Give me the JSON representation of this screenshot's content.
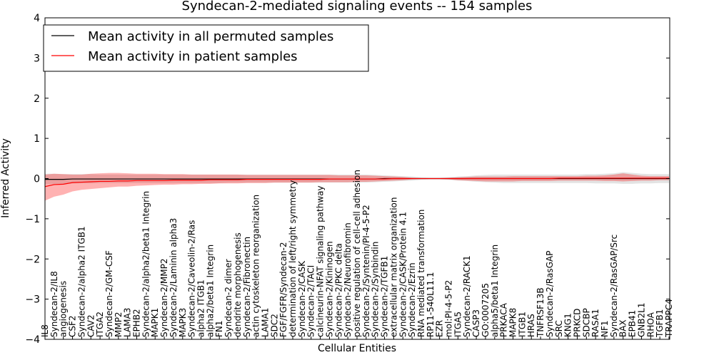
{
  "chart_data": {
    "type": "line",
    "title": "Syndecan-2-mediated signaling events -- 154 samples",
    "xlabel": "Cellular Entities",
    "ylabel": "Inferred Activity",
    "ylim": [
      -4,
      4
    ],
    "yticks": [
      "4",
      "3",
      "2",
      "1",
      "0",
      "−1",
      "−2",
      "−3",
      "−4"
    ],
    "legend_position": "top-left",
    "categories": [
      "IL8",
      "Syndecan-2/IL8",
      "angiogenesis",
      "CSF2",
      "Syndecan-2/alpha2 ITGB1",
      "CAV2",
      "ITGA2",
      "Syndecan-2/GM-CSF",
      "MMP2",
      "LAMA3",
      "EPHB2",
      "Syndecan-2/alpha2/beta1 Integrin",
      "MAPK1",
      "Syndecan-2/MMP2",
      "Syndecan-2/Laminin alpha3",
      "MAPK3",
      "Syndecan-2/Caveolin-2/Ras",
      "alpha2 ITGB1",
      "alpha2/beta1 Integrin",
      "FN1",
      "Syndecan-2 dimer",
      "dendrite morphogenesis",
      "Syndecan-2/Fibronectin",
      "actin cytoskeleton reorganization",
      "LAMA1",
      "SDC2",
      "FGF/FGFR/Syndecan-2",
      "determination of left/right symmetry",
      "Syndecan-2/CASK",
      "Syndecan-2/TACI",
      "calcineurin-NFAT signaling pathway",
      "Syndecan-2/Kininogen",
      "Syndecan-2/PKC delta",
      "Syndecan-2/Neurofibromin",
      "positive regulation of cell-cell adhesion",
      "Syndecan-2/Syntenin/PI-4-5-P2",
      "Syndecan-2/Synbindin",
      "Syndecan-2/TGFB1",
      "extracellular matrix organization",
      "Syndecan-2/CASK/Protein 4.1",
      "Syndecan-2/Ezrin",
      "RNA mediated transformation",
      "RP11-540L11.1",
      "EZR",
      "mol:PI-4-5-P2",
      "ITGA5",
      "Syndecan-2/RACK1",
      "CASP3",
      "GO:0007205",
      "alpha5/beta1 Integrin",
      "PRKACA",
      "MAPK8",
      "ITGB1",
      "HRAS",
      "TNFRSF13B",
      "Syndecan-2/RasGAP",
      "SRC",
      "KNG1",
      "PRKCD",
      "SDCBP",
      "RASA1",
      "NF1",
      "Syndecan-2/RasGAP/Src",
      "BAX",
      "EPB41",
      "GNB2L1",
      "RHOA",
      "TGFB1",
      "TRAPPC4"
    ],
    "series": [
      {
        "name": "Mean activity in all permuted samples",
        "color": "#000000",
        "values": [
          -0.02,
          -0.02,
          -0.02,
          -0.01,
          -0.01,
          -0.01,
          -0.01,
          -0.01,
          -0.01,
          -0.01,
          -0.01,
          -0.01,
          -0.01,
          -0.01,
          -0.01,
          -0.01,
          -0.01,
          -0.01,
          -0.01,
          -0.01,
          -0.01,
          -0.01,
          -0.01,
          -0.01,
          -0.01,
          -0.01,
          -0.01,
          -0.01,
          -0.01,
          -0.01,
          -0.01,
          -0.01,
          -0.01,
          -0.01,
          -0.01,
          -0.01,
          -0.01,
          0.0,
          0.0,
          0.0,
          0.0,
          0.0,
          0.0,
          0.0,
          0.0,
          0.0,
          0.0,
          0.0,
          0.0,
          0.0,
          0.0,
          0.0,
          0.0,
          0.0,
          0.0,
          0.0,
          0.0,
          0.0,
          0.0,
          0.0,
          0.0,
          0.0,
          0.0,
          0.0,
          0.0,
          0.0,
          0.0,
          0.0,
          0.0
        ],
        "band_low": [
          -0.14,
          -0.14,
          -0.13,
          -0.12,
          -0.12,
          -0.12,
          -0.11,
          -0.11,
          -0.11,
          -0.11,
          -0.11,
          -0.11,
          -0.11,
          -0.11,
          -0.11,
          -0.11,
          -0.11,
          -0.11,
          -0.11,
          -0.11,
          -0.1,
          -0.1,
          -0.1,
          -0.1,
          -0.1,
          -0.1,
          -0.1,
          -0.1,
          -0.1,
          -0.1,
          -0.1,
          -0.1,
          -0.1,
          -0.1,
          -0.1,
          -0.1,
          -0.09,
          -0.08,
          -0.07,
          -0.06,
          -0.05,
          -0.03,
          -0.02,
          -0.02,
          -0.03,
          -0.05,
          -0.06,
          -0.08,
          -0.09,
          -0.1,
          -0.11,
          -0.11,
          -0.11,
          -0.11,
          -0.11,
          -0.11,
          -0.11,
          -0.11,
          -0.11,
          -0.11,
          -0.12,
          -0.12,
          -0.12,
          -0.13,
          -0.13,
          -0.12,
          -0.12,
          -0.11,
          -0.11
        ],
        "band_high": [
          0.12,
          0.12,
          0.11,
          0.11,
          0.11,
          0.11,
          0.1,
          0.1,
          0.1,
          0.1,
          0.1,
          0.1,
          0.1,
          0.1,
          0.1,
          0.1,
          0.1,
          0.1,
          0.1,
          0.1,
          0.1,
          0.1,
          0.1,
          0.1,
          0.1,
          0.1,
          0.1,
          0.1,
          0.1,
          0.1,
          0.1,
          0.1,
          0.1,
          0.1,
          0.1,
          0.1,
          0.09,
          0.08,
          0.07,
          0.06,
          0.05,
          0.03,
          0.02,
          0.02,
          0.03,
          0.05,
          0.06,
          0.08,
          0.09,
          0.1,
          0.1,
          0.1,
          0.1,
          0.1,
          0.1,
          0.1,
          0.1,
          0.1,
          0.1,
          0.11,
          0.11,
          0.12,
          0.13,
          0.16,
          0.14,
          0.12,
          0.11,
          0.11,
          0.11
        ]
      },
      {
        "name": "Mean activity in patient samples",
        "color": "#ff0000",
        "values": [
          -0.2,
          -0.15,
          -0.14,
          -0.1,
          -0.09,
          -0.08,
          -0.07,
          -0.07,
          -0.06,
          -0.06,
          -0.05,
          -0.05,
          -0.05,
          -0.05,
          -0.04,
          -0.04,
          -0.04,
          -0.04,
          -0.03,
          -0.03,
          -0.03,
          -0.03,
          -0.02,
          -0.02,
          -0.02,
          -0.02,
          -0.02,
          -0.02,
          -0.02,
          -0.02,
          -0.02,
          -0.01,
          -0.01,
          -0.01,
          -0.01,
          -0.01,
          -0.01,
          -0.01,
          0.0,
          0.0,
          0.0,
          0.0,
          0.0,
          0.0,
          0.0,
          0.0,
          0.0,
          0.0,
          0.0,
          0.0,
          0.0,
          0.0,
          0.0,
          0.0,
          0.0,
          0.0,
          0.01,
          0.01,
          0.01,
          0.01,
          0.01,
          0.01,
          0.01,
          0.01,
          0.01,
          0.01,
          0.01,
          0.01,
          0.01
        ],
        "band_low": [
          -0.55,
          -0.45,
          -0.4,
          -0.32,
          -0.28,
          -0.26,
          -0.24,
          -0.22,
          -0.2,
          -0.2,
          -0.18,
          -0.17,
          -0.16,
          -0.15,
          -0.15,
          -0.14,
          -0.14,
          -0.13,
          -0.13,
          -0.12,
          -0.12,
          -0.12,
          -0.11,
          -0.11,
          -0.11,
          -0.1,
          -0.1,
          -0.1,
          -0.1,
          -0.1,
          -0.09,
          -0.09,
          -0.09,
          -0.09,
          -0.08,
          -0.08,
          -0.07,
          -0.06,
          -0.05,
          -0.04,
          -0.02,
          -0.01,
          -0.01,
          -0.01,
          -0.02,
          -0.04,
          -0.05,
          -0.06,
          -0.07,
          -0.07,
          -0.07,
          -0.07,
          -0.06,
          -0.06,
          -0.06,
          -0.06,
          -0.05,
          -0.05,
          -0.05,
          -0.05,
          -0.05,
          -0.06,
          -0.06,
          -0.07,
          -0.06,
          -0.05,
          -0.05,
          -0.04,
          -0.04
        ],
        "band_high": [
          0.1,
          0.12,
          0.11,
          0.1,
          0.1,
          0.12,
          0.13,
          0.14,
          0.14,
          0.13,
          0.12,
          0.12,
          0.12,
          0.11,
          0.11,
          0.11,
          0.1,
          0.1,
          0.1,
          0.1,
          0.1,
          0.1,
          0.09,
          0.09,
          0.09,
          0.09,
          0.09,
          0.09,
          0.09,
          0.09,
          0.09,
          0.09,
          0.08,
          0.08,
          0.08,
          0.08,
          0.07,
          0.06,
          0.05,
          0.04,
          0.02,
          0.01,
          0.01,
          0.01,
          0.02,
          0.03,
          0.04,
          0.05,
          0.05,
          0.05,
          0.05,
          0.06,
          0.06,
          0.06,
          0.06,
          0.06,
          0.06,
          0.06,
          0.06,
          0.07,
          0.07,
          0.08,
          0.1,
          0.13,
          0.1,
          0.07,
          0.06,
          0.06,
          0.06
        ]
      }
    ]
  }
}
